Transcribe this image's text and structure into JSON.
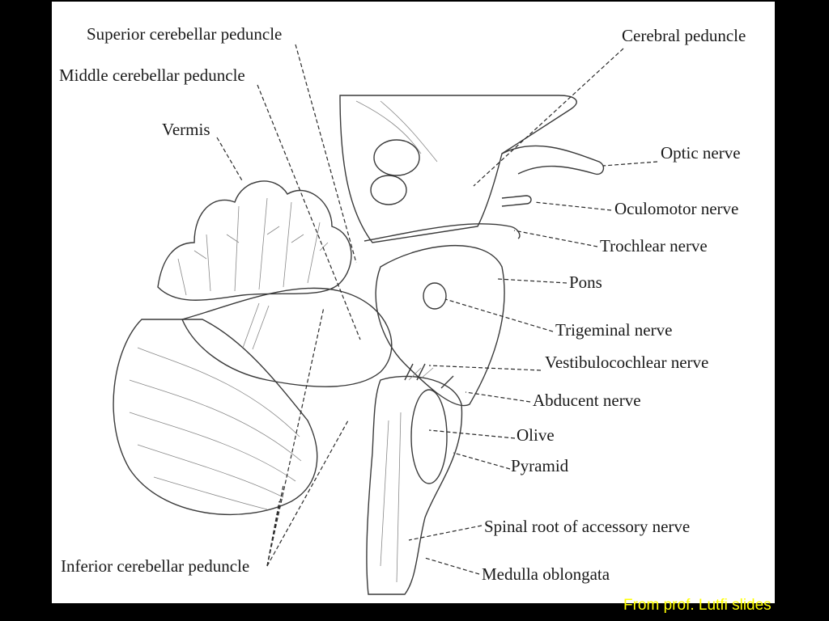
{
  "title": "",
  "labels": {
    "superior_cerebellar_peduncle": "Superior cerebellar peduncle",
    "middle_cerebellar_peduncle": "Middle cerebellar peduncle",
    "vermis": "Vermis",
    "cerebral_peduncle": "Cerebral peduncle",
    "optic_nerve": "Optic nerve",
    "oculomotor_nerve": "Oculomotor nerve",
    "trochlear_nerve": "Trochlear nerve",
    "pons": "Pons",
    "trigeminal_nerve": "Trigeminal nerve",
    "vestibulocochlear_nerve": "Vestibulocochlear nerve",
    "abducent_nerve": "Abducent nerve",
    "olive": "Olive",
    "pyramid": "Pyramid",
    "spinal_root_accessory_nerve": "Spinal root of accessory nerve",
    "inferior_cerebellar_peduncle": "Inferior cerebellar peduncle",
    "medulla_oblongata": "Medulla oblongata"
  },
  "credit": "From prof. Lutfi slides",
  "colors": {
    "background": "#000000",
    "panel": "#ffffff",
    "ink": "#1a1a1a",
    "credit": "#ffff00"
  }
}
